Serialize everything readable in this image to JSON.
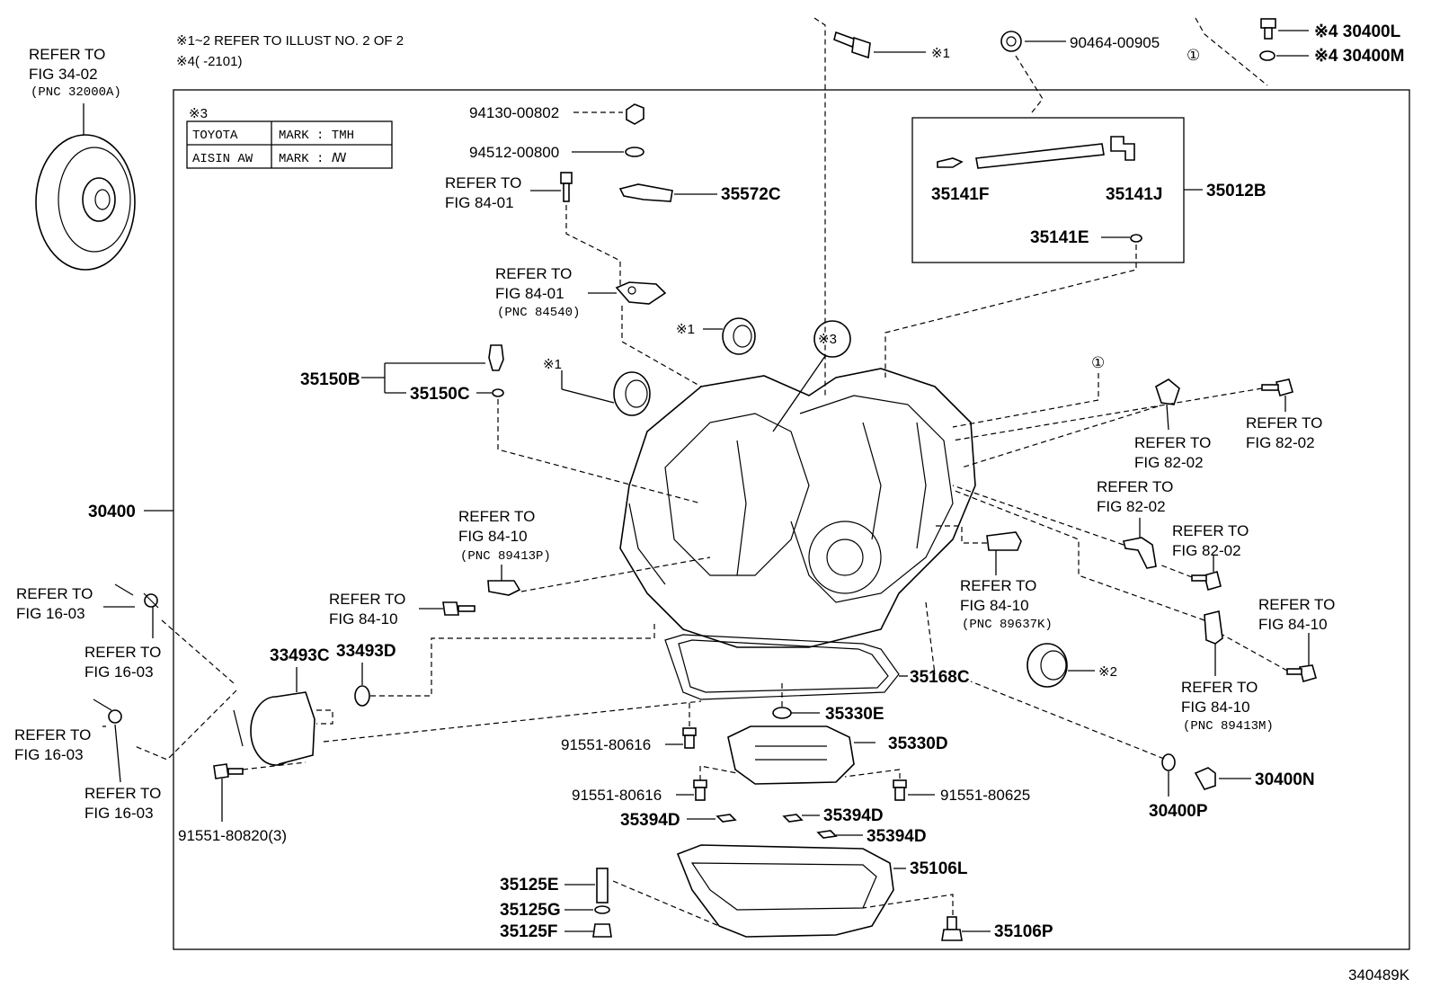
{
  "notes": {
    "line1": "※1~2 REFER TO ILLUST NO. 2 OF 2",
    "line2": "※4(     -2101)"
  },
  "mark_table": {
    "caption": "※3",
    "rows": [
      {
        "maker": "TOYOTA",
        "mark": "MARK : TMH"
      },
      {
        "maker": "AISIN AW",
        "mark": "MARK : ꟿ"
      }
    ]
  },
  "drawing_id": "340489K",
  "labels": {
    "l30400": "30400",
    "l94130": "94130-00802",
    "l94512": "94512-00800",
    "l35572C": "35572C",
    "l90464": "90464-00905",
    "l30400L": "※4 30400L",
    "l30400M": "※4 30400M",
    "l35141F": "35141F",
    "l35141J": "35141J",
    "l35012B": "35012B",
    "l35141E": "35141E",
    "l35150B": "35150B",
    "l35150C": "35150C",
    "l33493C": "33493C",
    "l33493D": "33493D",
    "l35168C": "35168C",
    "l35330E": "35330E",
    "l35330D": "35330D",
    "l91551_80616a": "91551-80616",
    "l91551_80616b": "91551-80616",
    "l91551_80625": "91551-80625",
    "l35394D_a": "35394D",
    "l35394D_b": "35394D",
    "l35394D_c": "35394D",
    "l35106L": "35106L",
    "l35125E": "35125E",
    "l35125G": "35125G",
    "l35125F": "35125F",
    "l35106P": "35106P",
    "l30400N": "30400N",
    "l30400P": "30400P",
    "l91551_80820": "91551-80820(3)",
    "x1a": "※1",
    "x1b": "※1",
    "x1c": "※1",
    "x2": "※2",
    "x3": "※3",
    "c1a": "①",
    "c1b": "①"
  },
  "refs": {
    "r34_02": [
      "REFER TO",
      "FIG 34-02",
      "(PNC 32000A)"
    ],
    "r84_01a": [
      "REFER TO",
      "FIG 84-01"
    ],
    "r84_01b": [
      "REFER TO",
      "FIG 84-01",
      "(PNC 84540)"
    ],
    "r84_10a": [
      "REFER TO",
      "FIG 84-10",
      "(PNC 89413P)"
    ],
    "r84_10b": [
      "REFER TO",
      "FIG 84-10"
    ],
    "r84_10c": [
      "REFER TO",
      "FIG 84-10",
      "(PNC 89637K)"
    ],
    "r84_10d": [
      "REFER TO",
      "FIG 84-10"
    ],
    "r84_10e": [
      "REFER TO",
      "FIG 84-10",
      "(PNC 89413M)"
    ],
    "r82_02a": [
      "REFER TO",
      "FIG 82-02"
    ],
    "r82_02b": [
      "REFER TO",
      "FIG 82-02"
    ],
    "r82_02c": [
      "REFER TO",
      "FIG 82-02"
    ],
    "r82_02d": [
      "REFER TO",
      "FIG 82-02"
    ],
    "r16_03a": [
      "REFER TO",
      "FIG 16-03"
    ],
    "r16_03b": [
      "REFER TO",
      "FIG 16-03"
    ],
    "r16_03c": [
      "REFER TO",
      "FIG 16-03"
    ],
    "r16_03d": [
      "REFER TO",
      "FIG 16-03"
    ]
  }
}
